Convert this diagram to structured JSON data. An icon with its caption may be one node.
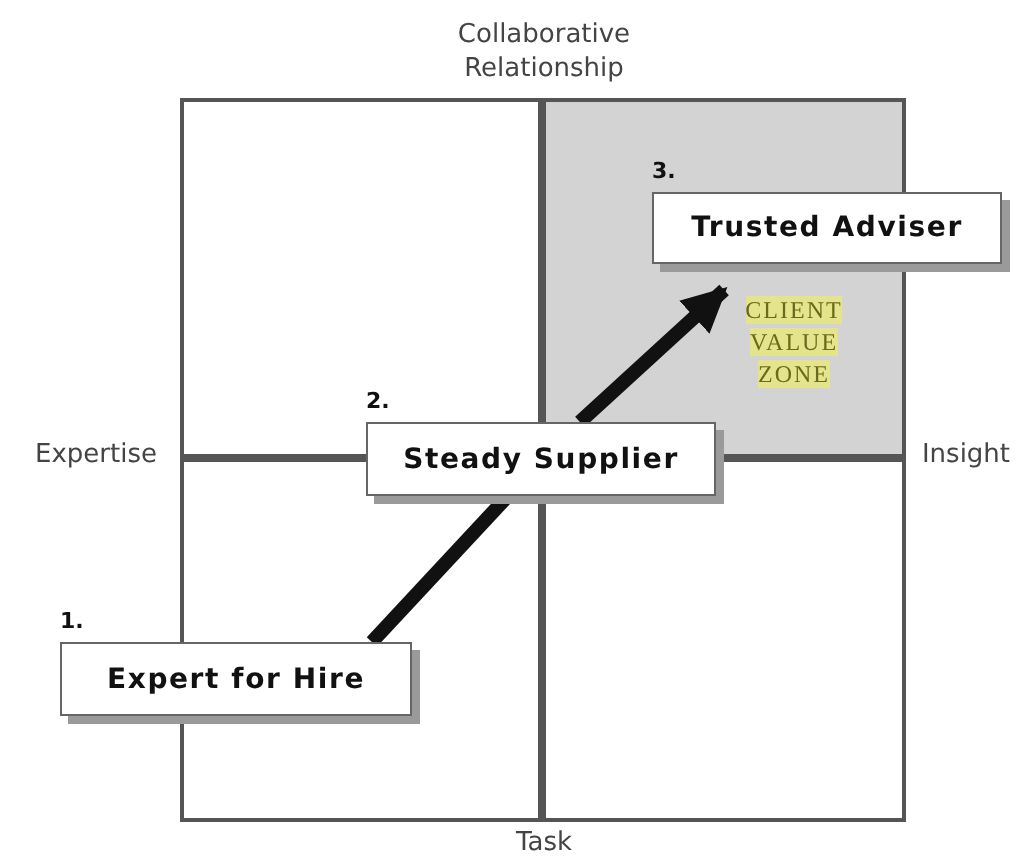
{
  "diagram": {
    "nodes": [
      {
        "text": [
          "Expert for Hire"
        ],
        "beside": [
          "1."
        ]
      },
      {
        "text": [
          "Steady Supplier"
        ],
        "beside": [
          "2."
        ]
      },
      {
        "text": [
          "Trusted Adviser"
        ],
        "beside": [
          "3."
        ]
      }
    ],
    "edges": [
      {
        "from": 0,
        "to": 1,
        "arrow": "none"
      },
      {
        "from": 1,
        "to": 2,
        "arrow": "to"
      }
    ],
    "labels": [
      "Collaborative Relationship",
      "CLIENT VALUE ZONE",
      "Expertise",
      "Insight",
      "Task"
    ]
  }
}
